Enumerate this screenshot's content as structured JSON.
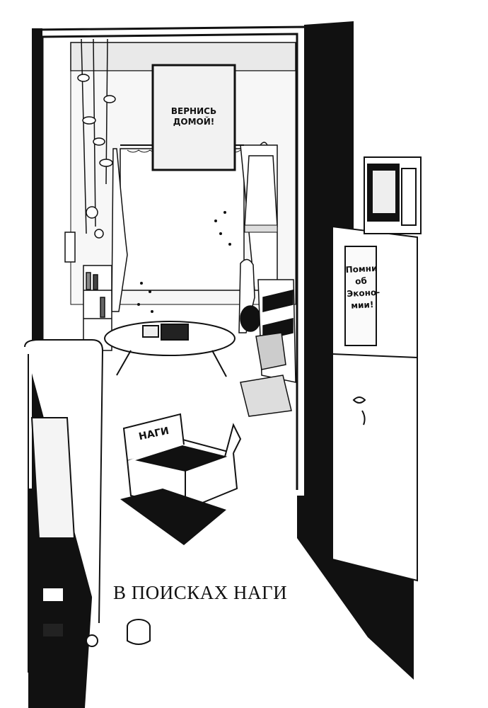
{
  "poster": {
    "line1": "ВЕРНИСЬ",
    "line2": "ДОМОЙ!"
  },
  "fridge_note": {
    "lines": [
      "Помни",
      "об",
      "Эконо-",
      "мии!"
    ]
  },
  "box_label": "НАГИ",
  "chapter_title": "В ПОИСКАХ НАГИ"
}
